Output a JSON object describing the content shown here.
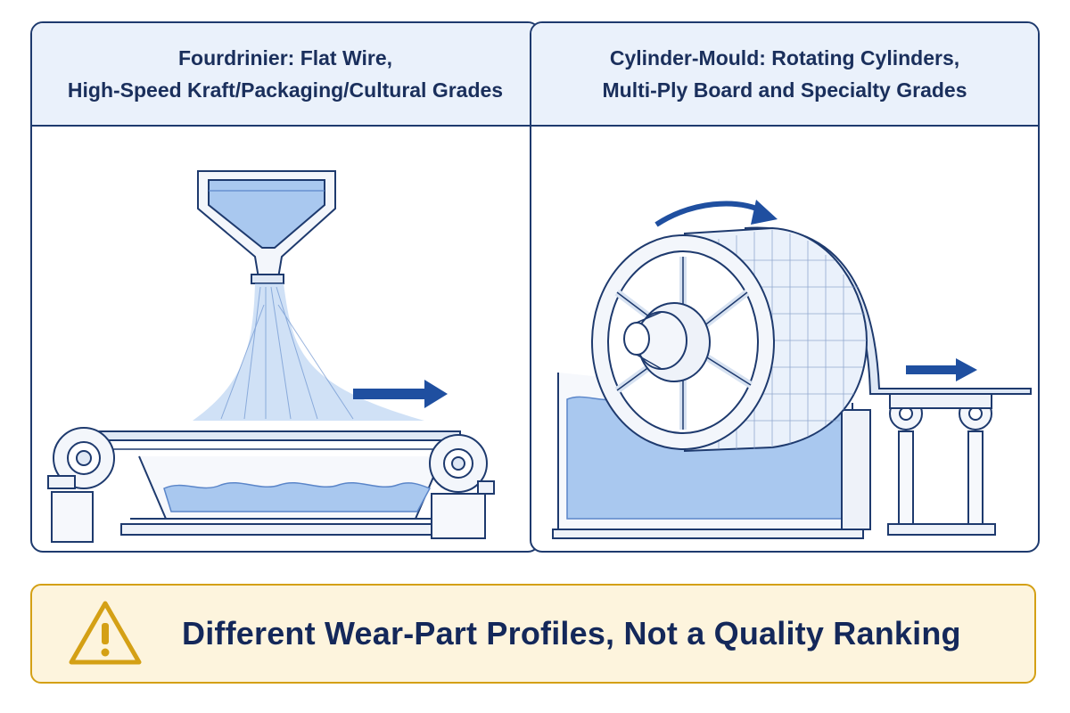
{
  "left_panel": {
    "title_line1": "Fourdrinier: Flat Wire,",
    "title_line2": "High-Speed Kraft/Packaging/Cultural Grades"
  },
  "right_panel": {
    "title_line1": "Cylinder-Mould: Rotating Cylinders,",
    "title_line2": "Multi-Ply Board and Specialty Grades"
  },
  "banner": {
    "text": "Different Wear-Part Profiles, Not a Quality Ranking",
    "icon": "warning-icon"
  },
  "colors": {
    "outline": "#1e3a6e",
    "header_bg": "#eaf1fb",
    "water": "#a9c8ef",
    "arrow": "#1f4fa0",
    "banner_border": "#d4a015",
    "banner_bg": "#fdf4dd"
  }
}
